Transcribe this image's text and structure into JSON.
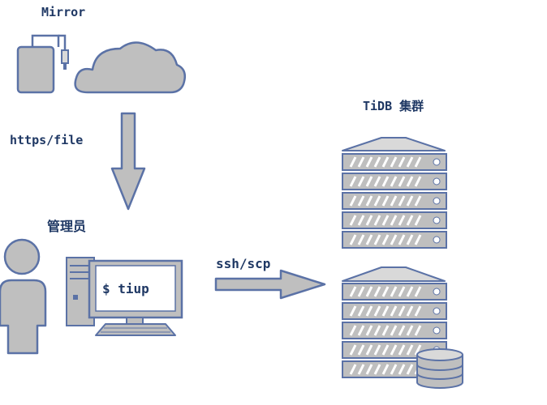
{
  "labels": {
    "mirror": "Mirror",
    "protocol": "https/file",
    "admin": "管理员",
    "command": "$ tiup",
    "transfer": "ssh/scp",
    "cluster": "TiDB 集群"
  },
  "colors": {
    "stroke": "#5b72a6",
    "fill": "#bfbfbf",
    "light": "#d9d9d9",
    "text": "#1f3864"
  },
  "icons": [
    "external-drive-icon",
    "cloud-icon",
    "down-arrow-icon",
    "person-icon",
    "computer-icon",
    "right-arrow-icon",
    "server-rack-icon",
    "database-icon"
  ]
}
